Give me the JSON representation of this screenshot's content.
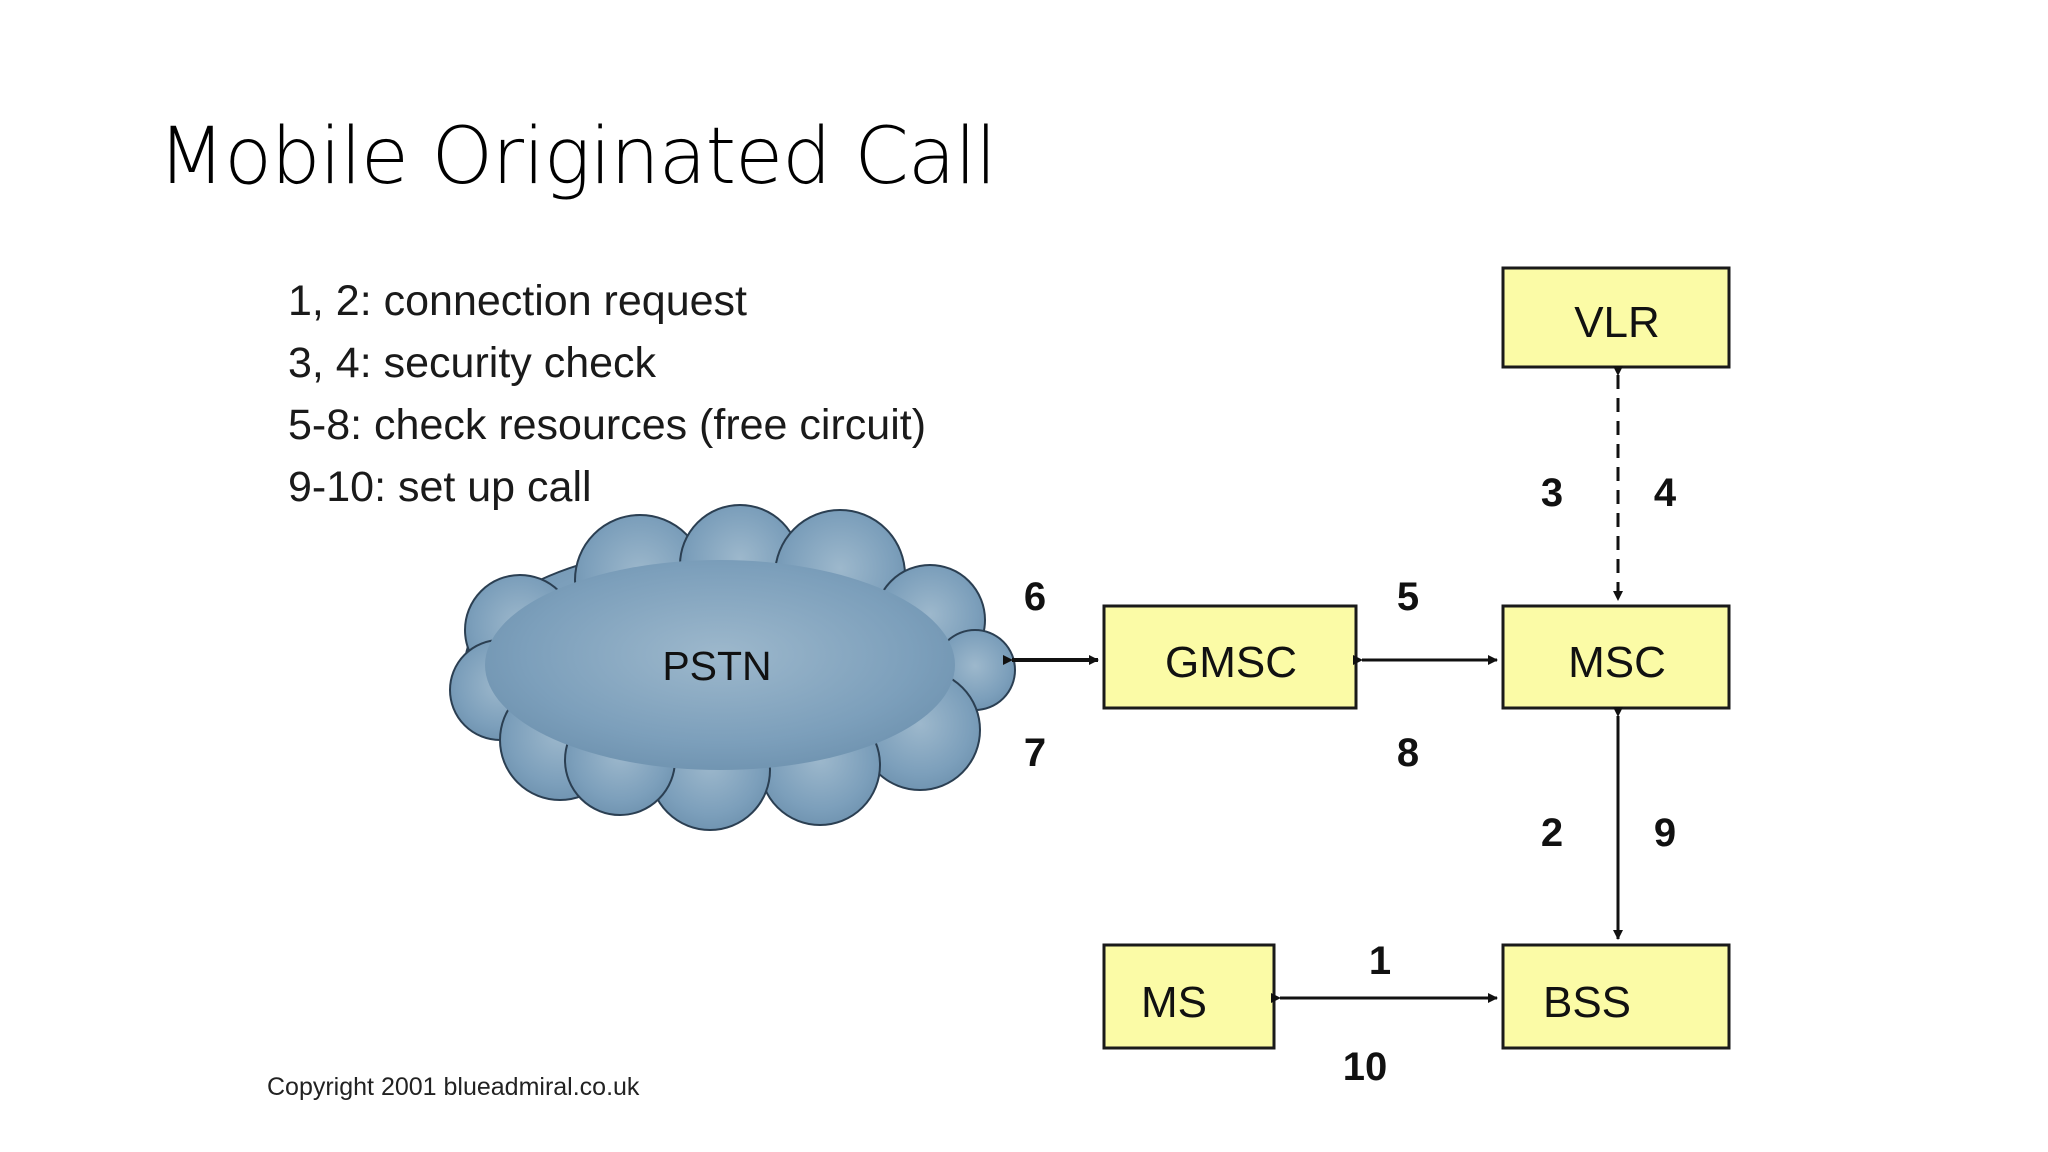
{
  "title": "Mobile Originated Call",
  "legend": [
    "1, 2: connection request",
    "3, 4: security check",
    "5-8: check resources (free circuit)",
    "9-10: set up call"
  ],
  "nodes": {
    "vlr": "VLR",
    "gmsc": "GMSC",
    "msc": "MSC",
    "ms": "MS",
    "bss": "BSS",
    "pstn": "PSTN"
  },
  "steps": {
    "s1": "1",
    "s2": "2",
    "s3": "3",
    "s4": "4",
    "s5": "5",
    "s6": "6",
    "s7": "7",
    "s8": "8",
    "s9": "9",
    "s10": "10"
  },
  "copyright": "Copyright 2001 blueadmiral.co.uk",
  "colors": {
    "box_fill": "#fbfba6",
    "box_stroke": "#1a1a1a",
    "cloud_fill": "#7fa3bf"
  }
}
